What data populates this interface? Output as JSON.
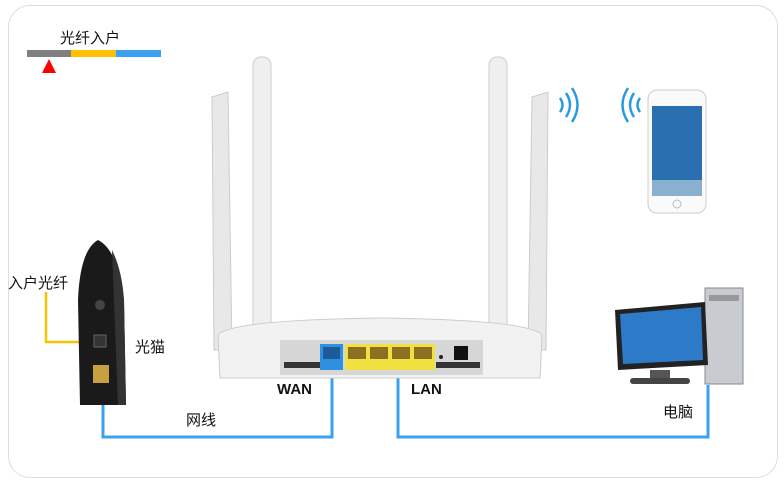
{
  "legend": {
    "title": "光纤入户",
    "segments": [
      "#808080",
      "#ffc000",
      "#3aa0f0"
    ],
    "marker_color": "#ff0000"
  },
  "labels": {
    "fiber_in": "入户光纤",
    "modem": "光猫",
    "network_cable": "网线",
    "wan": "WAN",
    "lan": "LAN",
    "computer": "电脑"
  },
  "colors": {
    "cable": "#3aa0f0",
    "fiber": "#f5c400"
  }
}
